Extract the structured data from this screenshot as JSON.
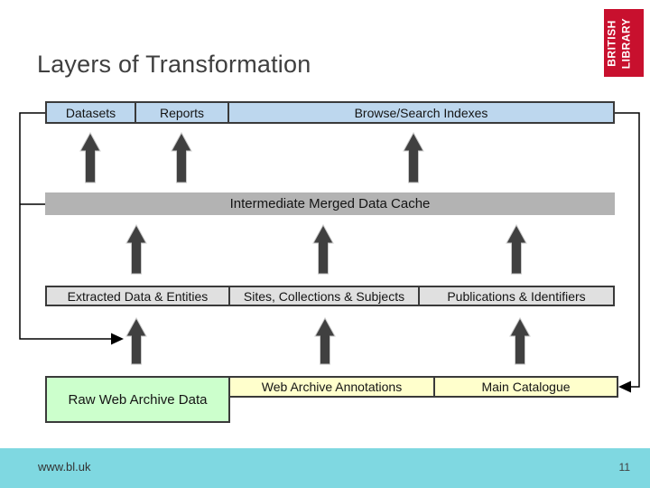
{
  "slide": {
    "title": "Layers of Transformation",
    "logo": {
      "line1": "BRITISH",
      "line2": "LIBRARY"
    },
    "footer": {
      "url": "www.bl.uk",
      "page_number": "11"
    }
  },
  "diagram": {
    "top_row": [
      {
        "label": "Datasets"
      },
      {
        "label": "Reports"
      },
      {
        "label": "Browse/Search Indexes"
      }
    ],
    "cache_bar": {
      "label": "Intermediate Merged Data Cache"
    },
    "middle_row": [
      {
        "label": "Extracted Data & Entities"
      },
      {
        "label": "Sites, Collections & Subjects"
      },
      {
        "label": "Publications & Identifiers"
      }
    ],
    "bottom_row": [
      {
        "label": "Raw Web Archive Data"
      },
      {
        "label": "Web Archive Annotations"
      },
      {
        "label": "Main Catalogue"
      }
    ],
    "colors": {
      "top_row_fill": "#bdd7ee",
      "cache_fill": "#b3b3b3",
      "middle_fill": "#e0e0e0",
      "raw_data_fill": "#ccffcc",
      "catalogue_fill": "#ffffcc",
      "arrow_fill": "#404040",
      "logo_red": "#c8102e",
      "footer_teal": "#7fd8e1"
    }
  }
}
